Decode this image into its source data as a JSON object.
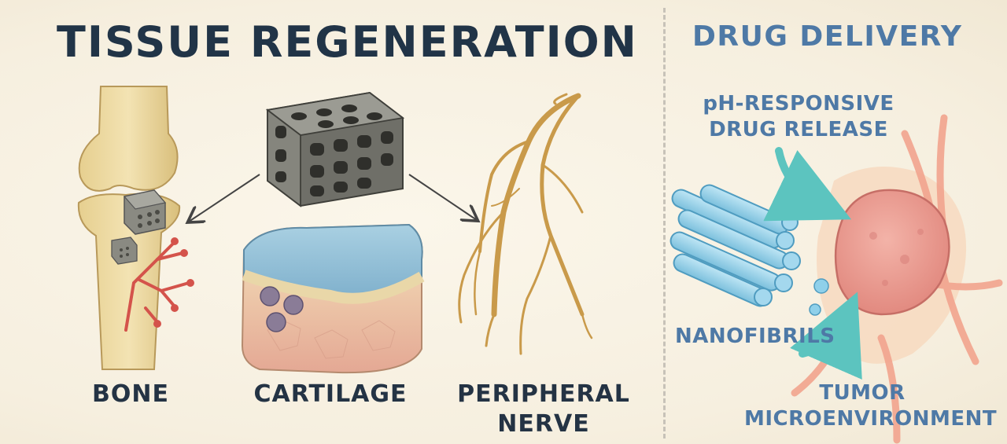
{
  "headings": {
    "tissue_regeneration": "TISSUE REGENERATION",
    "drug_delivery": "DRUG DELIVERY"
  },
  "labels": {
    "bone": "BONE",
    "cartilage": "CARTILAGE",
    "peripheral_nerve_line1": "PERIPHERAL",
    "peripheral_nerve_line2": "NERVE",
    "ph_release_line1": "pH-RESPONSIVE",
    "ph_release_line2": "DRUG RELEASE",
    "nanofibrils": "NANOFIBRILS",
    "tumor_line1": "TUMOR",
    "tumor_line2": "MICROENVIRONMENT"
  },
  "colors": {
    "title_dark": "#213447",
    "title_blue": "#4e79a6",
    "bone": "#e9d59b",
    "scaffold": "#7a7a72",
    "cartilage_top": "#8cbcd6",
    "nerve": "#c99a4a",
    "tumor": "#e9998e",
    "nanofibril": "#8ccbe6",
    "arrow_teal": "#5cc4bf"
  }
}
